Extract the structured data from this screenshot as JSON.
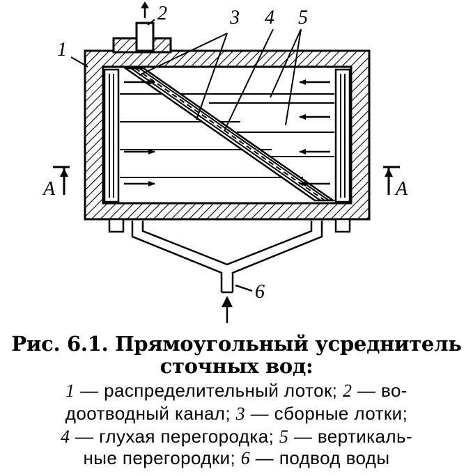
{
  "figure": {
    "labels": {
      "l1": "1",
      "l2": "2",
      "l3": "3",
      "l4": "4",
      "l5": "5",
      "l6": "6",
      "section_left": "A",
      "section_right": "A"
    },
    "caption": {
      "title_line1": "Рис. 6.1. Прямоугольный усреднитель",
      "title_line2": "сточных вод:"
    },
    "legend": [
      {
        "num": "1",
        "text": " — распределительный лоток; "
      },
      {
        "num": "2",
        "text": " — во-"
      },
      {
        "num": "",
        "text": "доотводный канал; "
      },
      {
        "num": "3",
        "text": " — сборные лотки;"
      },
      {
        "num": "4",
        "text": " — глухая перегородка; "
      },
      {
        "num": "5",
        "text": " — вертикаль-"
      },
      {
        "num": "",
        "text": "ные перегородки; "
      },
      {
        "num": "6",
        "text": " — подвод воды"
      }
    ]
  }
}
